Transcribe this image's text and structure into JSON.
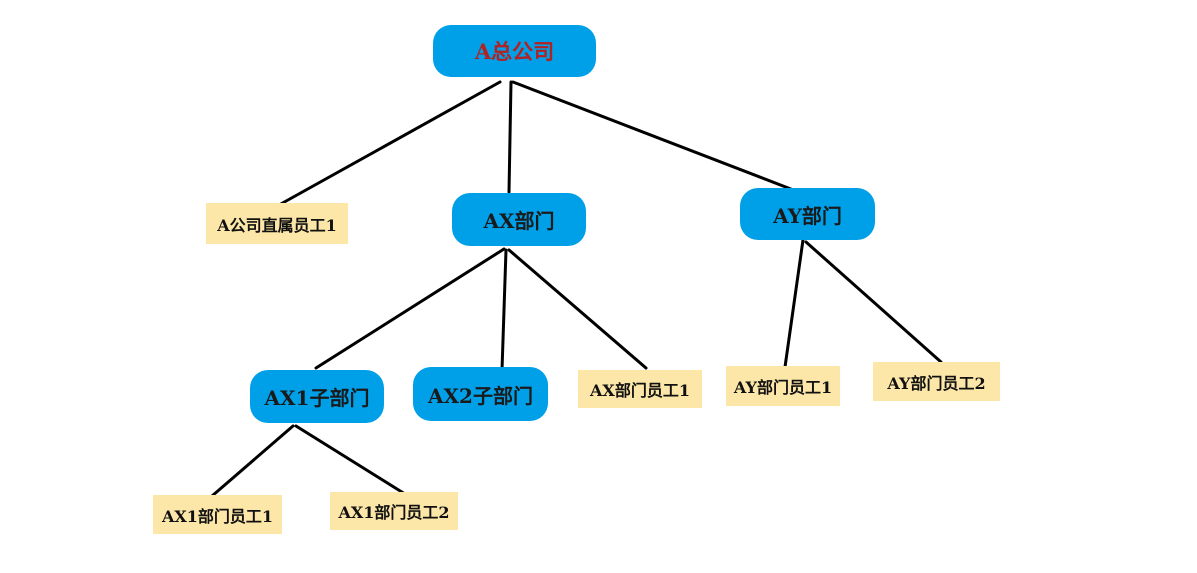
{
  "colors": {
    "department_fill": "#00a0e8",
    "employee_fill": "#fce6a8",
    "root_text": "#b22222",
    "department_text": "#1a1a1a",
    "employee_text": "#111111",
    "connector": "#000000"
  },
  "nodes": {
    "root": {
      "label": "A总公司"
    },
    "a_direct_employee_1": {
      "label": "A公司直属员工1"
    },
    "ax": {
      "label": "AX部门"
    },
    "ay": {
      "label": "AY部门"
    },
    "ax1": {
      "label": "AX1子部门"
    },
    "ax2": {
      "label": "AX2子部门"
    },
    "ax_employee_1": {
      "label": "AX部门员工1"
    },
    "ay_employee_1": {
      "label": "AY部门员工1"
    },
    "ay_employee_2": {
      "label": "AY部门员工2"
    },
    "ax1_employee_1": {
      "label": "AX1部门员工1"
    },
    "ax1_employee_2": {
      "label": "AX1部门员工2"
    }
  },
  "edges": [
    {
      "from": "root",
      "to": "a_direct_employee_1"
    },
    {
      "from": "root",
      "to": "ax"
    },
    {
      "from": "root",
      "to": "ay"
    },
    {
      "from": "ax",
      "to": "ax1"
    },
    {
      "from": "ax",
      "to": "ax2"
    },
    {
      "from": "ax",
      "to": "ax_employee_1"
    },
    {
      "from": "ay",
      "to": "ay_employee_1"
    },
    {
      "from": "ay",
      "to": "ay_employee_2"
    },
    {
      "from": "ax1",
      "to": "ax1_employee_1"
    },
    {
      "from": "ax1",
      "to": "ax1_employee_2"
    }
  ]
}
